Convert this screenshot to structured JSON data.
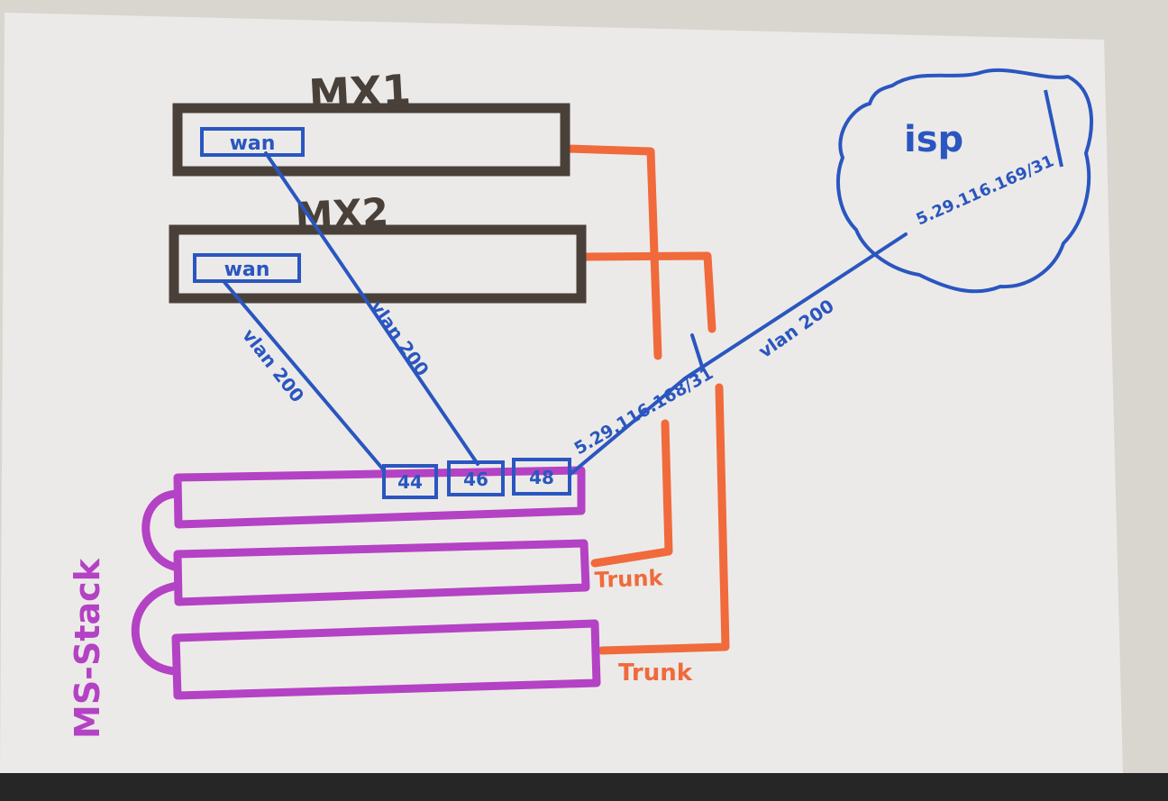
{
  "devices": {
    "mx1": {
      "label": "MX1",
      "port": "wan"
    },
    "mx2": {
      "label": "MX2",
      "port": "wan"
    },
    "stack": {
      "label": "MS-Stack",
      "ports": [
        "44",
        "46",
        "48"
      ]
    },
    "isp": {
      "label": "isp",
      "ip": "5.29.116.169/31"
    }
  },
  "links": {
    "mx1_wan": "vlan 200",
    "mx2_wan": "vlan 200",
    "uplink_vlan": "vlan 200",
    "uplink_ip": "5.29.116.168/31",
    "trunk1": "Trunk",
    "trunk2": "Trunk"
  },
  "colors": {
    "mx": "#4a403a",
    "blue": "#2a56c0",
    "purple": "#b442c4",
    "orange": "#f06a3c",
    "paper": "#eceae8"
  }
}
